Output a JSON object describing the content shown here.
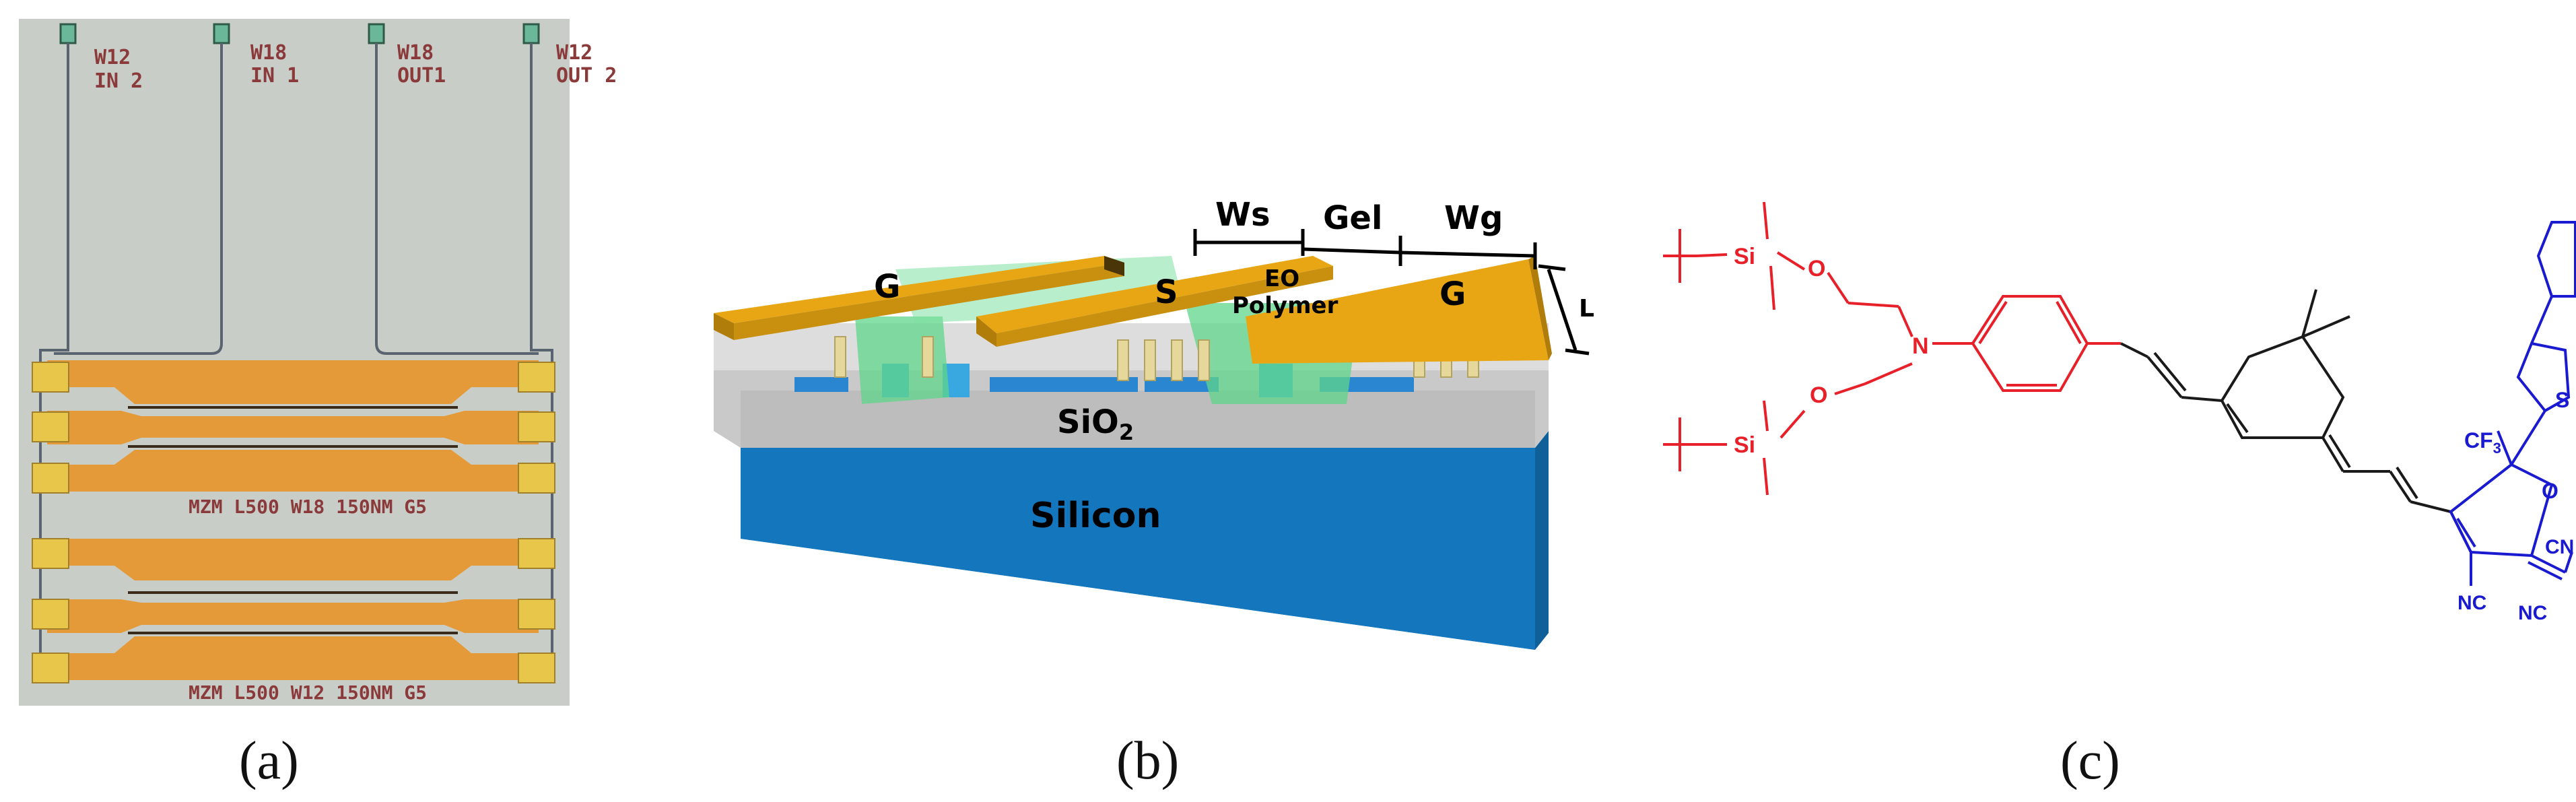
{
  "panels": {
    "a": {
      "caption": "(a)",
      "ports": [
        {
          "line1": "W12",
          "line2": "IN 2"
        },
        {
          "line1": "W18",
          "line2": "IN 1"
        },
        {
          "line1": "W18",
          "line2": "OUT1"
        },
        {
          "line1": "W12",
          "line2": "OUT 2"
        }
      ],
      "device_labels": [
        "MZM L500 W18 150NM G5",
        "MZM L500 W12 150NM G5"
      ],
      "colors": {
        "background": "#c9cdc7",
        "electrode": "#e49a38",
        "pad": "#e8c64a",
        "trace": "#5a6470"
      }
    },
    "b": {
      "caption": "(b)",
      "electrodes": [
        "G",
        "S",
        "G"
      ],
      "dimensions": {
        "signal_width": "Ws",
        "gap": "Gel",
        "ground_width": "Wg",
        "length": "L"
      },
      "material_label_line1": "EO",
      "material_label_line2": "Polymer",
      "oxide_label": "SiO",
      "oxide_subscript": "2",
      "substrate_label": "Silicon",
      "colors": {
        "electrode": "#e8a614",
        "oxide": "#c9c9c9",
        "substrate": "#1477bd",
        "polymer": "#5fd68a",
        "waveguide": "#3aa8e0"
      }
    },
    "c": {
      "caption": "(c)",
      "atoms": {
        "si1": "Si",
        "o1": "O",
        "n1": "N",
        "o2": "O",
        "si2": "Si",
        "cf3_main": "CF",
        "cf3_sub": "3",
        "s": "S",
        "o_ring": "O",
        "cn1": "CN",
        "cn2": "NC",
        "cn3": "NC"
      },
      "colors": {
        "donor": "#e8202a",
        "bridge": "#1a1a1a",
        "acceptor": "#1a1ad0"
      }
    }
  }
}
